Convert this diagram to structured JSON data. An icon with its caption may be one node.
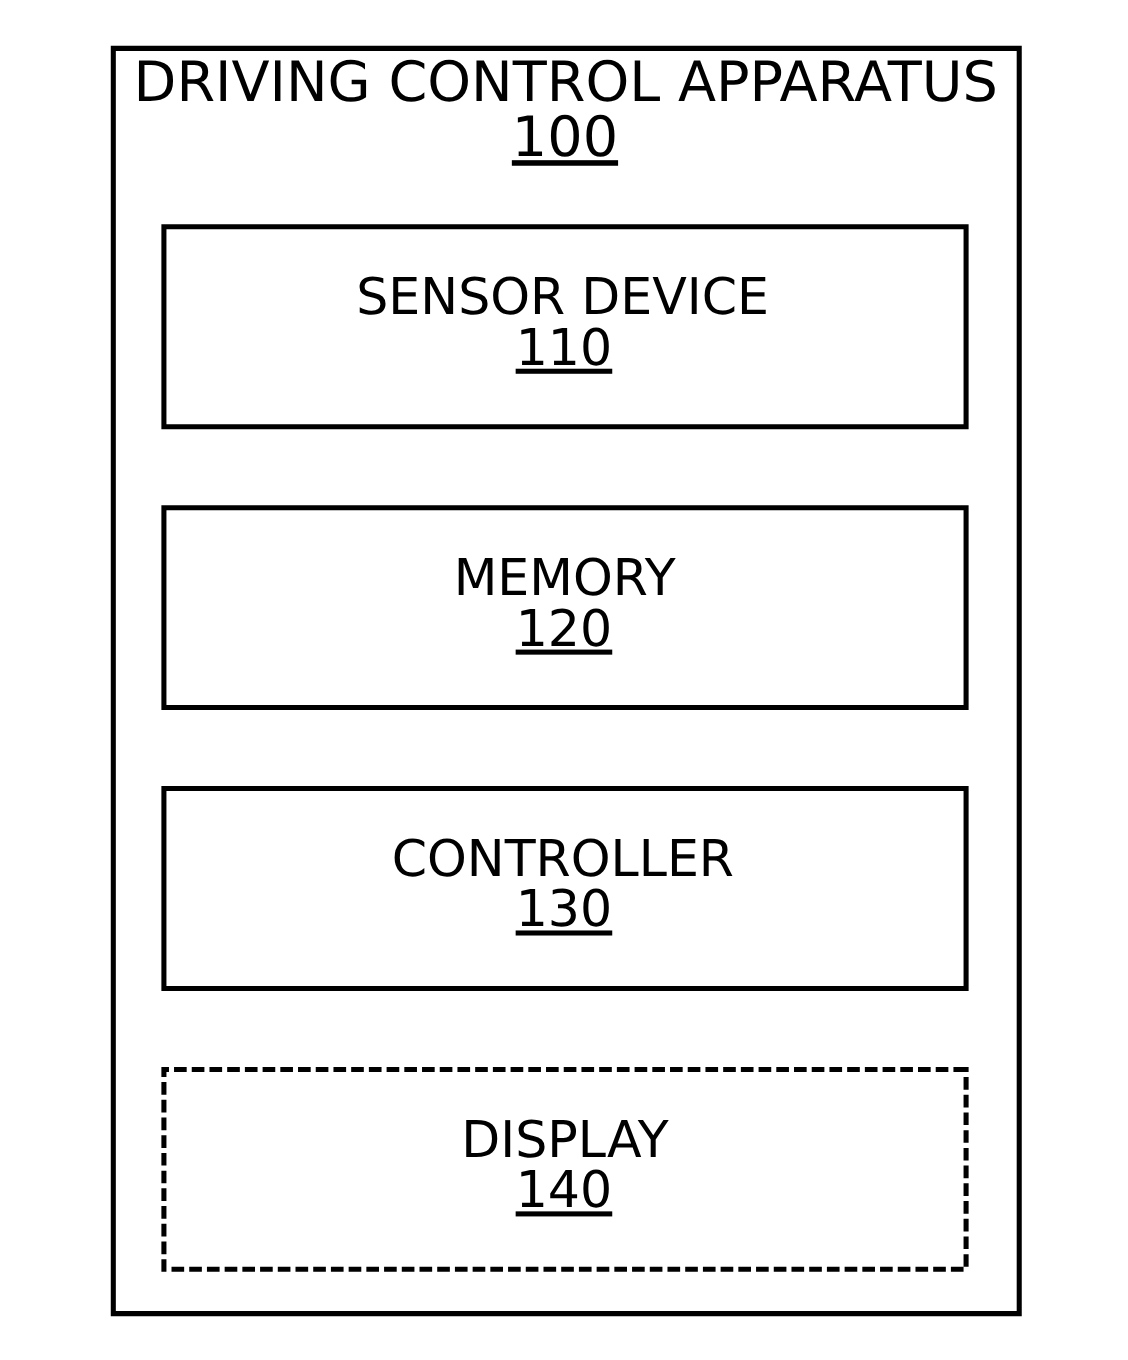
{
  "diagram": {
    "nodes": [
      {
        "text": [
          "DRIVING CONTROL APPARATUS",
          "100"
        ]
      },
      {
        "text": [
          "SENSOR DEVICE",
          "110"
        ],
        "in": 0
      },
      {
        "text": [
          "MEMORY",
          "120"
        ],
        "in": 0
      },
      {
        "text": [
          "CONTROLLER",
          "130"
        ],
        "in": 0
      },
      {
        "text": [
          "DISPLAY",
          "140"
        ],
        "in": 0
      }
    ],
    "edges": []
  }
}
